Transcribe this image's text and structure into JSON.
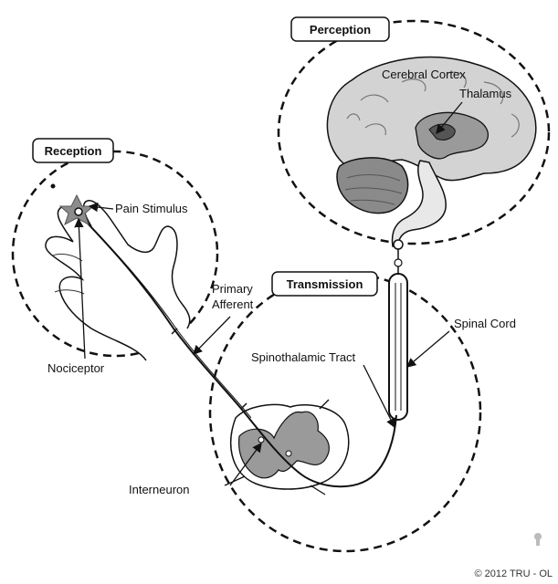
{
  "sections": {
    "perception": "Perception",
    "reception": "Reception",
    "transmission": "Transmission"
  },
  "labels": {
    "cerebral_cortex": "Cerebral Cortex",
    "thalamus": "Thalamus",
    "pain_stimulus": "Pain Stimulus",
    "primary_afferent_line1": "Primary",
    "primary_afferent_line2": "Afferent",
    "spinal_cord": "Spinal Cord",
    "spinothalamic_tract": "Spinothalamic Tract",
    "nociceptor": "Nociceptor",
    "interneuron": "Interneuron"
  },
  "credit": "© 2012 TRU - OL",
  "colors": {
    "stroke": "#111111",
    "brain_fill": "#cfcfcf",
    "brain_dark": "#8a8a8a",
    "cord_fill": "#9a9a9a",
    "stimulus": "#8c8c8c"
  }
}
